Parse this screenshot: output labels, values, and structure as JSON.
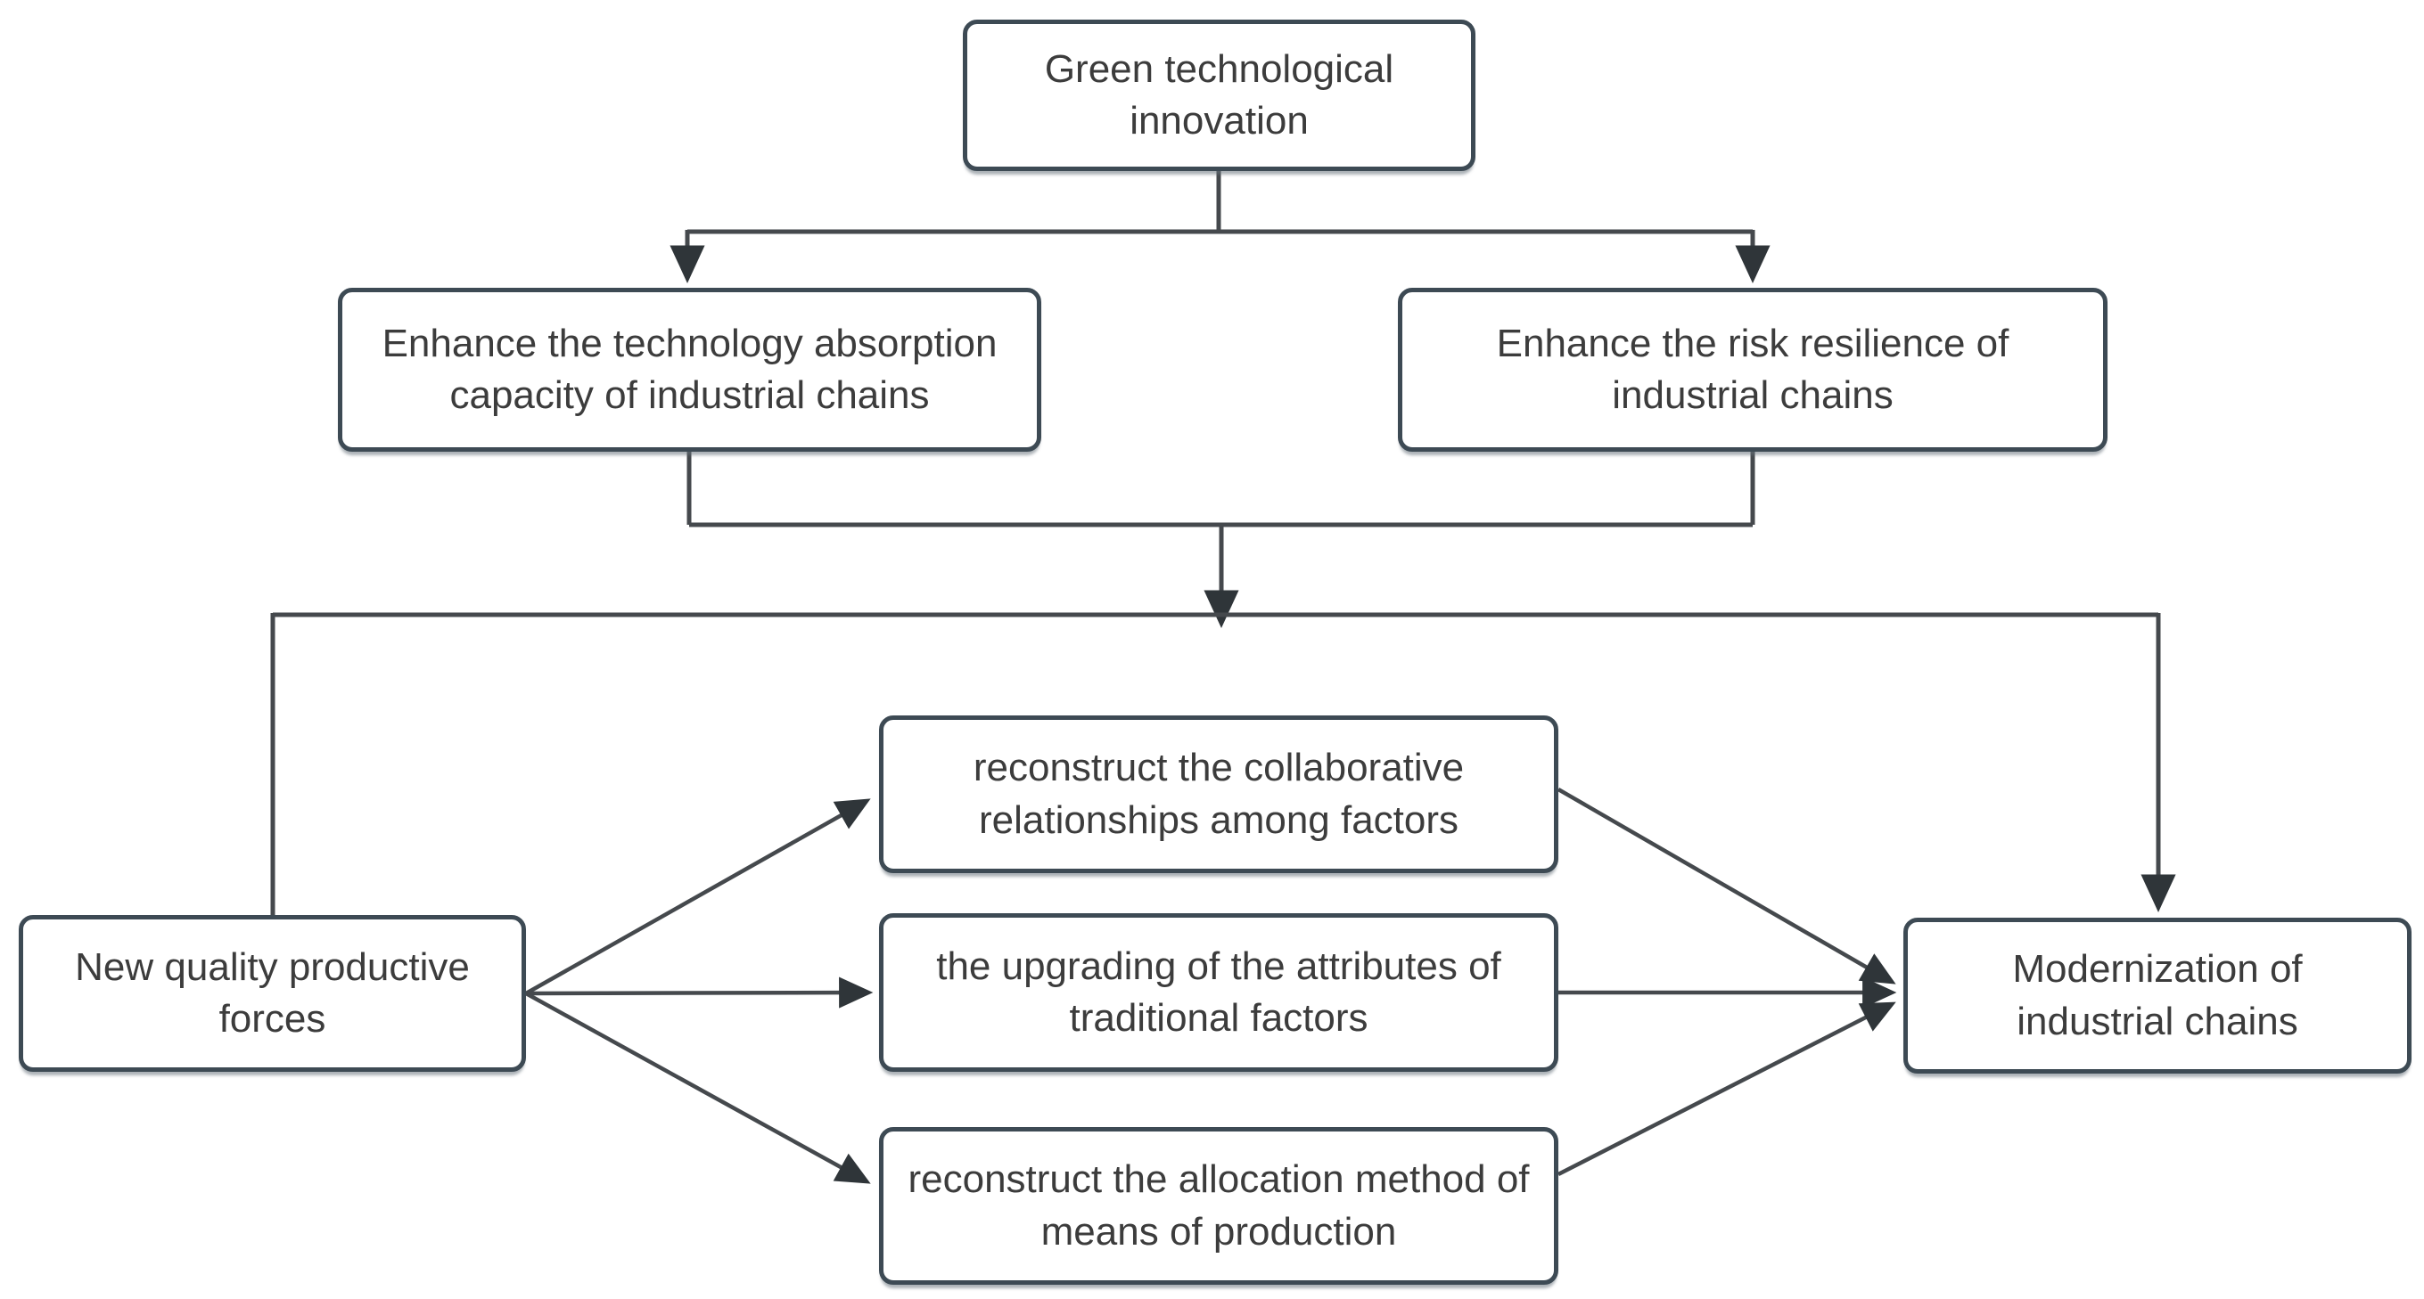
{
  "diagram": {
    "background": "#ffffff",
    "colors": {
      "node_border": "#3d4a54",
      "node_fill": "#ffffff",
      "line": "#45494d",
      "arrowhead": "#2f3539",
      "text": "#3c3c3c"
    },
    "nodes": {
      "green_tech": {
        "label": "Green technological innovation"
      },
      "absorption": {
        "label": "Enhance the technology absorption capacity of industrial chains"
      },
      "risk": {
        "label": "Enhance the risk resilience of industrial chains"
      },
      "nqpf": {
        "label": "New quality productive forces"
      },
      "collab": {
        "label": "reconstruct the collaborative relationships among factors"
      },
      "upgrading": {
        "label": "the upgrading of the attributes of traditional factors"
      },
      "allocation": {
        "label": "reconstruct the allocation method of means of production"
      },
      "modernization": {
        "label": "Modernization of industrial chains"
      }
    },
    "edges": [
      {
        "from": "green_tech",
        "to": "absorption",
        "arrowhead": true
      },
      {
        "from": "green_tech",
        "to": "risk",
        "arrowhead": true
      },
      {
        "from": "absorption",
        "to": "junction",
        "arrowhead": false
      },
      {
        "from": "risk",
        "to": "junction",
        "arrowhead": false
      },
      {
        "from": "junction",
        "to": "crossbar",
        "arrowhead": true
      },
      {
        "from": "crossbar",
        "to": "nqpf",
        "arrowhead": false
      },
      {
        "from": "crossbar",
        "to": "modernization",
        "arrowhead": true
      },
      {
        "from": "nqpf",
        "to": "collab",
        "arrowhead": true
      },
      {
        "from": "nqpf",
        "to": "upgrading",
        "arrowhead": true
      },
      {
        "from": "nqpf",
        "to": "allocation",
        "arrowhead": true
      },
      {
        "from": "collab",
        "to": "modernization",
        "arrowhead": true
      },
      {
        "from": "upgrading",
        "to": "modernization",
        "arrowhead": true
      },
      {
        "from": "allocation",
        "to": "modernization",
        "arrowhead": true
      }
    ]
  }
}
